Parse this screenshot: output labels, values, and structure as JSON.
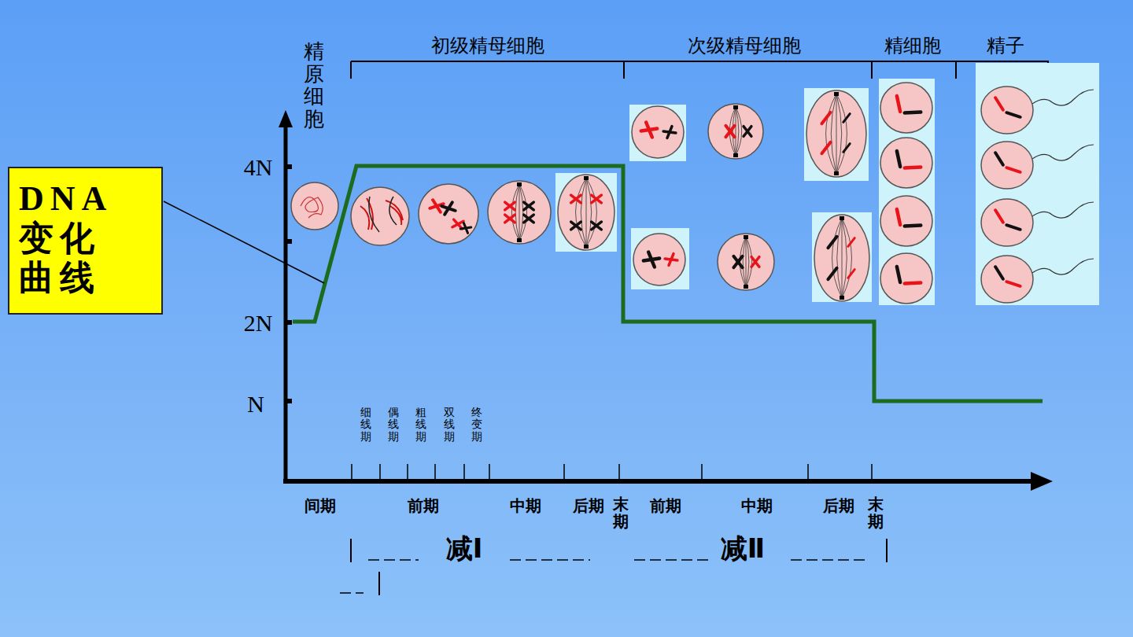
{
  "diagram": {
    "nodes": [
      {
        "text": [
          "DNA 变化 曲线"
        ]
      }
    ],
    "edges": [],
    "labels": [
      "精原细胞",
      "初级精母细胞",
      "次级精母细胞",
      "精细胞",
      "精子",
      "4N",
      "2N",
      "N",
      "细线期",
      "偶线期",
      "粗线期",
      "双线期",
      "终变期",
      "间期",
      "前期",
      "中期",
      "后期",
      "末期",
      "前期",
      "中期",
      "后期",
      "末期",
      "减Ⅰ",
      "减Ⅱ"
    ]
  }
}
